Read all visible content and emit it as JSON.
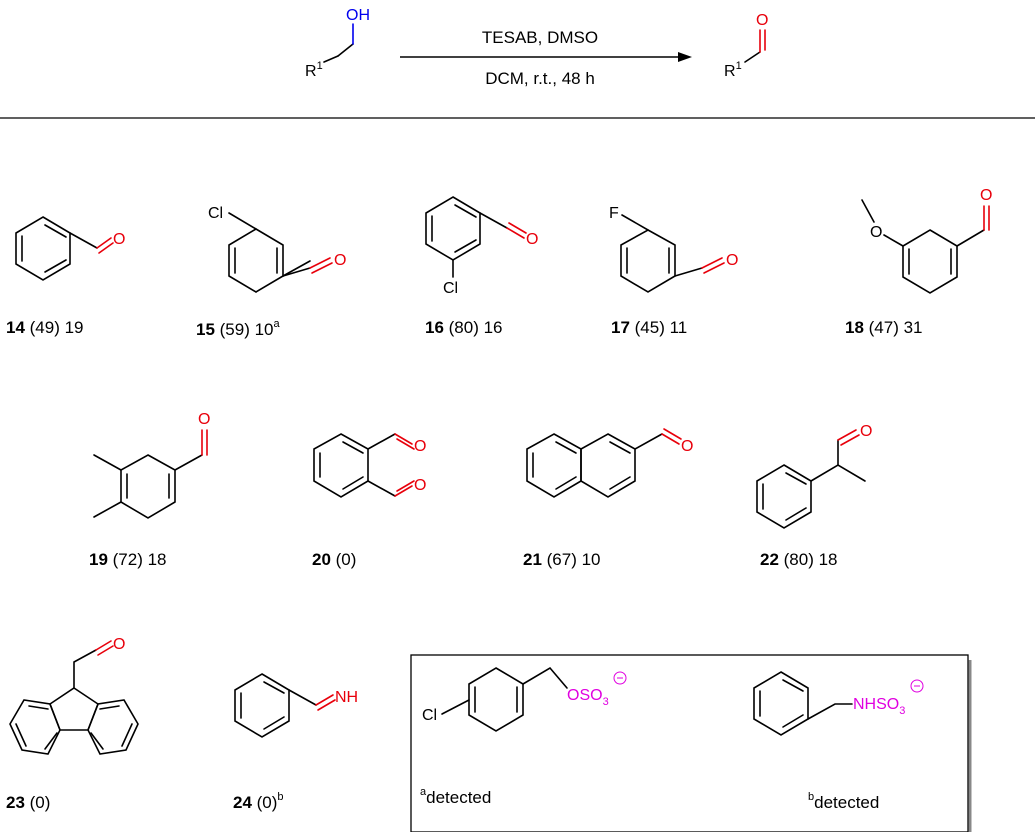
{
  "reaction": {
    "reagent_line1": "TESAB, DMSO",
    "reagent_line2": "DCM, r.t., 48 h",
    "oh_label": "OH",
    "r_label": "R",
    "r_sup": "1",
    "o_label": "O"
  },
  "compounds": [
    {
      "num": "14",
      "rest": " (49) 19",
      "sup": ""
    },
    {
      "num": "15",
      "rest": " (59) 10",
      "sup": "a"
    },
    {
      "num": "16",
      "rest": " (80) 16",
      "sup": ""
    },
    {
      "num": "17",
      "rest": " (45) 11",
      "sup": ""
    },
    {
      "num": "18",
      "rest": " (47) 31",
      "sup": ""
    },
    {
      "num": "19",
      "rest": " (72) 18",
      "sup": ""
    },
    {
      "num": "20",
      "rest": " (0)",
      "sup": ""
    },
    {
      "num": "21",
      "rest": " (67) 10",
      "sup": ""
    },
    {
      "num": "22",
      "rest": " (80) 18",
      "sup": ""
    },
    {
      "num": "23",
      "rest": " (0)",
      "sup": ""
    },
    {
      "num": "24",
      "rest": " (0)",
      "sup": "b"
    }
  ],
  "atoms": {
    "O": "O",
    "Cl": "Cl",
    "F": "F",
    "NH": "NH",
    "OSO": "OSO",
    "NHSO": "NHSO",
    "sub3": "3",
    "minus": "−"
  },
  "footnotes": {
    "a_sup": "a",
    "a_text": "detected",
    "b_sup": "b",
    "b_text": "detected"
  },
  "colors": {
    "oxygen": "#e8000b",
    "hydroxyl": "#0000ee",
    "sulfate": "#e000e0",
    "bond": "#000000"
  }
}
